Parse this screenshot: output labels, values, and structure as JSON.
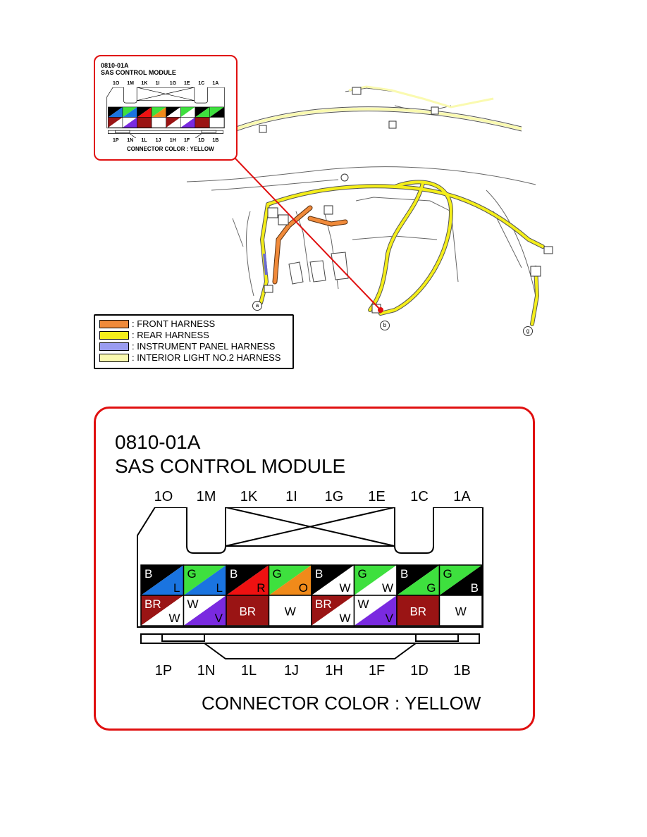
{
  "connector": {
    "code": "0810-01A",
    "name": "SAS CONTROL MODULE",
    "color_note": "CONNECTOR COLOR : YELLOW",
    "top_pins": [
      "1O",
      "1M",
      "1K",
      "1I",
      "1G",
      "1E",
      "1C",
      "1A"
    ],
    "bottom_pins": [
      "1P",
      "1N",
      "1L",
      "1J",
      "1H",
      "1F",
      "1D",
      "1B"
    ],
    "top_row_cells": [
      {
        "a": "B",
        "b": "L",
        "ca": "#000000",
        "cb": "#1a74e0"
      },
      {
        "a": "G",
        "b": "L",
        "ca": "#3ee03e",
        "cb": "#1a74e0"
      },
      {
        "a": "B",
        "b": "R",
        "ca": "#000000",
        "cb": "#ee1111"
      },
      {
        "a": "G",
        "b": "O",
        "ca": "#3ee03e",
        "cb": "#f08a1a"
      },
      {
        "a": "B",
        "b": "W",
        "ca": "#000000",
        "cb": "#ffffff"
      },
      {
        "a": "G",
        "b": "W",
        "ca": "#3ee03e",
        "cb": "#ffffff"
      },
      {
        "a": "B",
        "b": "G",
        "ca": "#000000",
        "cb": "#3ee03e"
      },
      {
        "a": "G",
        "b": "B",
        "ca": "#3ee03e",
        "cb": "#000000"
      }
    ],
    "bottom_row_cells": [
      {
        "a": "BR",
        "b": "W",
        "ca": "#9a1414",
        "cb": "#ffffff"
      },
      {
        "a": "W",
        "b": "V",
        "ca": "#ffffff",
        "cb": "#7a2ae0"
      },
      {
        "a": "BR",
        "b": "",
        "ca": "#9a1414",
        "cb": "#9a1414"
      },
      {
        "a": "W",
        "b": "",
        "ca": "#ffffff",
        "cb": "#ffffff"
      },
      {
        "a": "BR",
        "b": "W",
        "ca": "#9a1414",
        "cb": "#ffffff"
      },
      {
        "a": "W",
        "b": "V",
        "ca": "#ffffff",
        "cb": "#7a2ae0"
      },
      {
        "a": "BR",
        "b": "",
        "ca": "#9a1414",
        "cb": "#9a1414"
      },
      {
        "a": "W",
        "b": "",
        "ca": "#ffffff",
        "cb": "#ffffff"
      }
    ]
  },
  "legend": {
    "items": [
      {
        "label": ": FRONT HARNESS",
        "color": "#f08a3a"
      },
      {
        "label": ": REAR HARNESS",
        "color": "#f4ee1a"
      },
      {
        "label": ": INSTRUMENT PANEL HARNESS",
        "color": "#9a9cf0"
      },
      {
        "label": ": INTERIOR LIGHT NO.2 HARNESS",
        "color": "#fafab0"
      }
    ]
  },
  "markers": [
    "a",
    "b",
    "g"
  ],
  "colors": {
    "callout_border": "#e01010",
    "rear_harness": "#f4ee1a",
    "front_harness": "#f08a3a"
  }
}
